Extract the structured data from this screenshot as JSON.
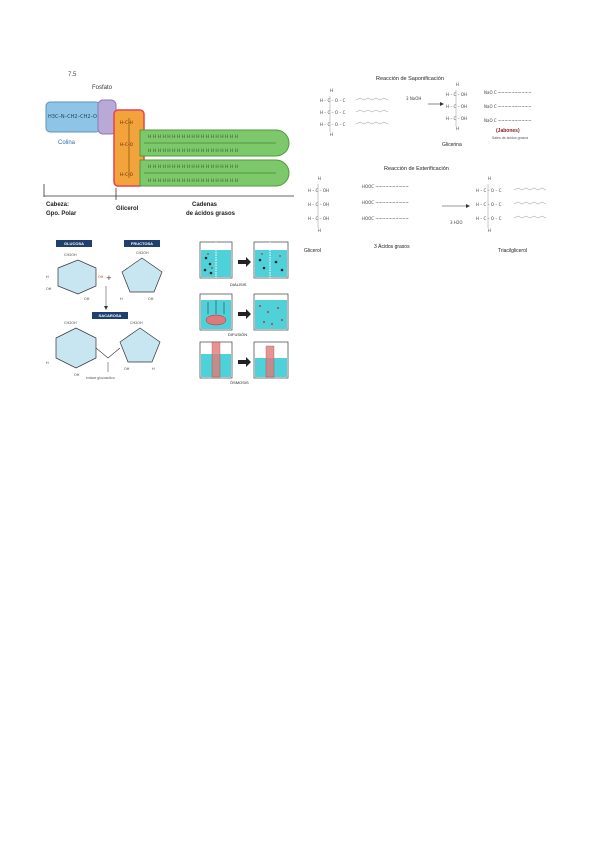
{
  "phospholipid": {
    "fig_num": "7.5",
    "phosphate_label": "Fosfato",
    "choline_label": "Colina",
    "head_label_line1": "Cabeza:",
    "head_label_line2": "Gpo. Polar",
    "glycerol_label": "Glicerol",
    "chains_label_line1": "Cadenas",
    "chains_label_line2": "de ácidos grasos",
    "choline_formula": "H3C–N–CH2–CH2–O",
    "colors": {
      "choline": "#8ec5e6",
      "phosphate": "#b9a9d6",
      "glycerol": "#f3a33c",
      "glycerol_border": "#e2444e",
      "chain": "#7cc86a",
      "chain_border": "#4e9a3e"
    }
  },
  "saponification": {
    "title": "Reacción de Saponificación",
    "glycerol_label": "Glicerina",
    "soap_label": "(Jabones)",
    "soap_sub": "Sales de ácidos grasos",
    "reagent": "NaOH",
    "colors": {
      "soap": "#8b1a1a"
    }
  },
  "esterification": {
    "title": "Reacción de Esterificación",
    "glycerol_label": "Glicerol",
    "fatty_acids_label": "3 Ácidos grasos",
    "product_label": "Triacilglicerol",
    "water_label": "3 H2O"
  },
  "sugars": {
    "glucose_label": "GLUCOSA",
    "fructose_label": "FRUCTOSA",
    "sucrose_label": "SACAROSA",
    "bond_label": "enlace glucosídico"
  },
  "transport": {
    "dialysis_label": "DIÁLISIS",
    "diffusion_label": "DIFUSIÓN",
    "osmosis_label": "ÓSMOSIS"
  }
}
